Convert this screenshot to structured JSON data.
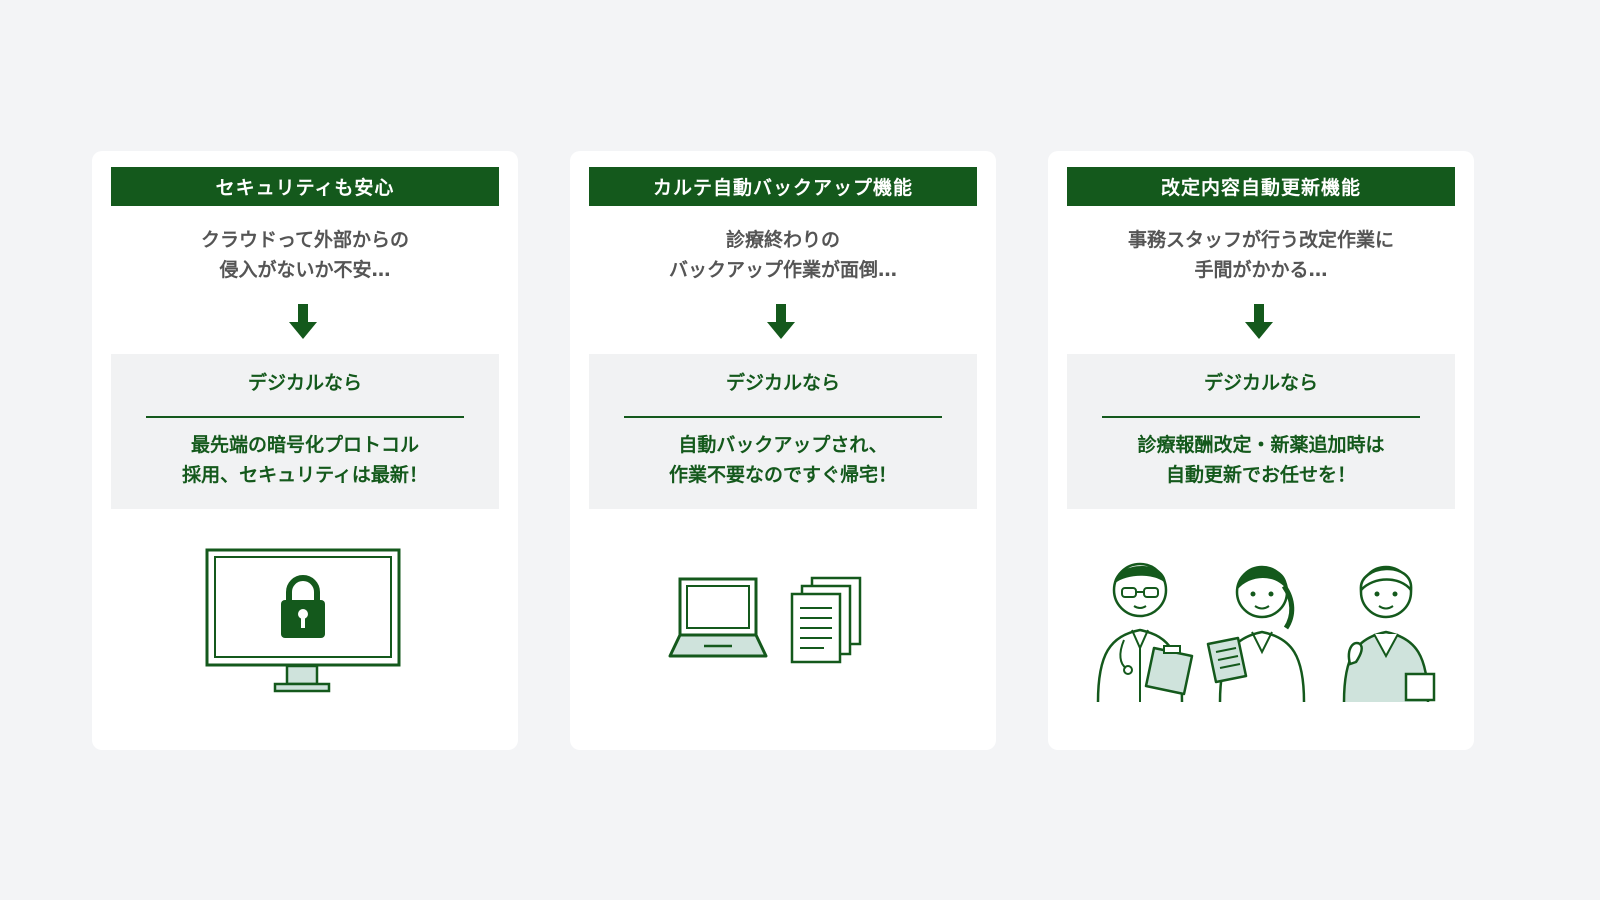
{
  "cards": [
    {
      "title": "セキュリティも安心",
      "problem": [
        "クラウドって外部からの",
        "侵入がないか不安…"
      ],
      "solution_label": "デジカルなら",
      "solution": [
        "最先端の暗号化プロトコル",
        "採用、セキュリティは最新！"
      ],
      "illustration": "monitor-lock-icon"
    },
    {
      "title": "カルテ自動バックアップ機能",
      "problem": [
        "診療終わりの",
        "バックアップ作業が面倒…"
      ],
      "solution_label": "デジカルなら",
      "solution": [
        "自動バックアップされ、",
        "作業不要なのですぐ帰宅！"
      ],
      "illustration": "laptop-documents-icon"
    },
    {
      "title": "改定内容自動更新機能",
      "problem": [
        "事務スタッフが行う改定作業に",
        "手間がかかる…"
      ],
      "solution_label": "デジカルなら",
      "solution": [
        "診療報酬改定・新薬追加時は",
        "自動更新でお任せを！"
      ],
      "illustration": "medical-staff-icon"
    }
  ],
  "colors": {
    "accent": "#14591c",
    "light_fill": "#cfe3dc",
    "background": "#f3f4f6",
    "card": "#ffffff",
    "solution_bg": "#f1f2f3",
    "problem_text": "#555555"
  }
}
